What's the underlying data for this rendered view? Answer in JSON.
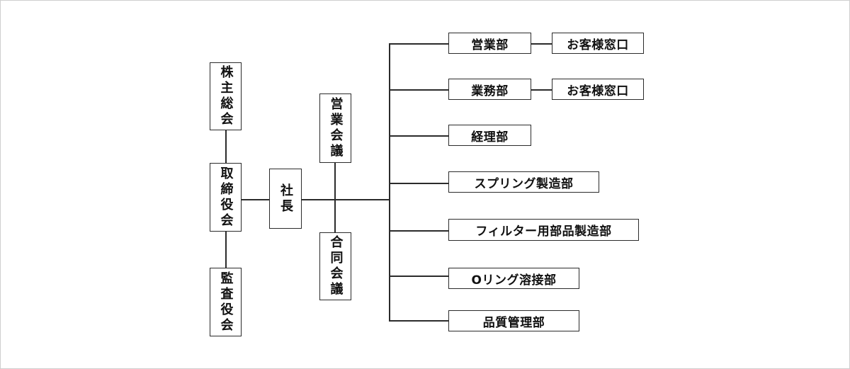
{
  "org_chart": {
    "shareholders_meeting": "株主総会",
    "board_of_directors": "取締役会",
    "auditors": "監査役会",
    "president": "社長",
    "sales_meeting": "営業会議",
    "joint_meeting": "合同会議",
    "departments": [
      {
        "label": "営業部",
        "window": "お客様窓口"
      },
      {
        "label": "業務部",
        "window": "お客様窓口"
      },
      {
        "label": "経理部"
      },
      {
        "label": "スプリング製造部"
      },
      {
        "label": "フィルター用部品製造部"
      },
      {
        "label": "Oリング溶接部"
      },
      {
        "label": "品質管理部"
      }
    ]
  }
}
